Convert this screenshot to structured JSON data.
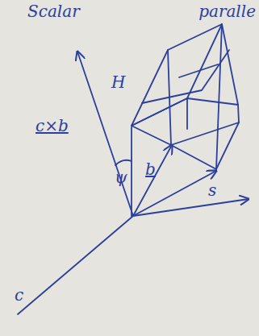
{
  "diagram": {
    "labels": [
      "Scalar",
      "paralle",
      "H",
      "c×b",
      "ψ",
      "b",
      "s",
      "c"
    ]
  }
}
